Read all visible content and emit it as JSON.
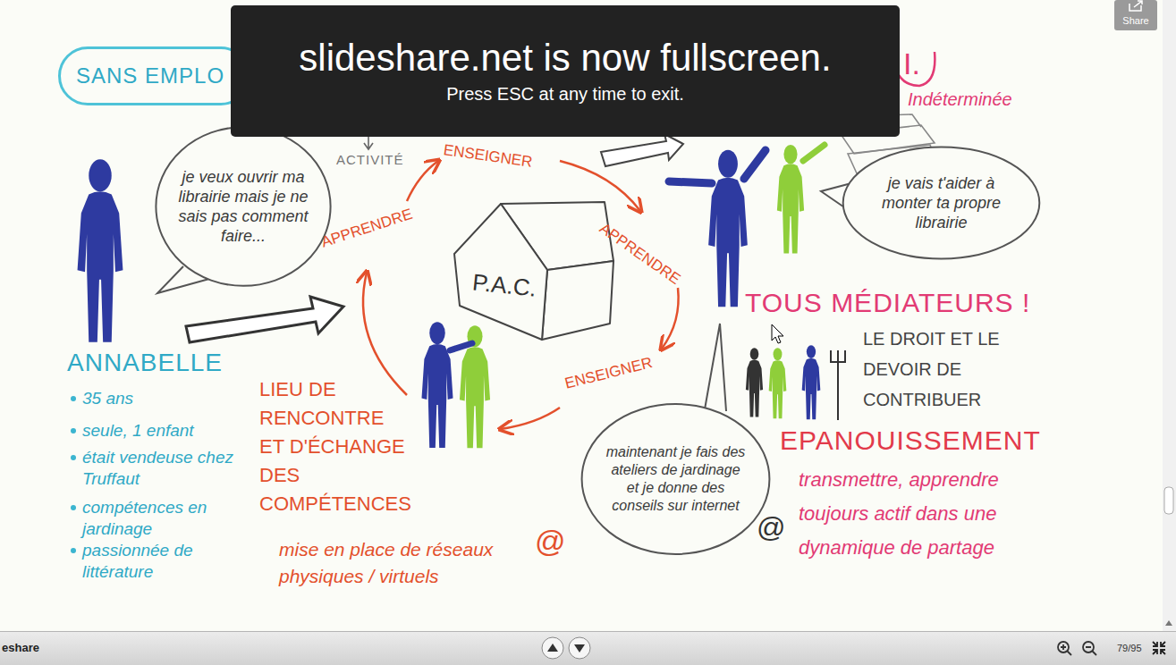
{
  "diagram": {
    "nodes": [
      {
        "text": [
          "SANS EMPLO"
        ]
      },
      {
        "text": [
          "slideshare.net is now fullscreen.",
          "Press ESC at any time to exit."
        ]
      },
      {
        "text": [
          "Share"
        ]
      },
      {
        "text": [
          "je veux ouvrir ma librairie mais je ne sais pas comment faire..."
        ]
      },
      {
        "text": [
          "je vais t'aider à monter ta propre librairie"
        ]
      },
      {
        "text": [
          "P.A.C."
        ]
      },
      {
        "text": [
          "maintenant je fais des ateliers de jardinage et je donne des conseils sur internet"
        ]
      },
      {
        "text": [
          "eshare",
          "79/95"
        ]
      }
    ],
    "labels": [
      "I.",
      "Indéterminée",
      "ACTIVITÉ",
      "ENSEIGNER",
      "APPRENDRE",
      "APPRENDRE",
      "ENSEIGNER",
      "TOUS MÉDIATEURS !",
      "LE DROIT ET LE DEVOIR DE CONTRIBUER",
      "ANNABELLE",
      "35 ans",
      "seule, 1 enfant",
      "était vendeuse chez Truffaut",
      "compétences en jardinage",
      "passionnée de littérature",
      "LIEU DE RENCONTRE ET D'ÉCHANGE DES COMPÉTENCES",
      "mise en place de réseaux physiques / virtuels",
      "@",
      "EPANOUISSEMENT",
      "transmettre, apprendre toujours actif dans une dynamique de partage",
      "@"
    ]
  }
}
